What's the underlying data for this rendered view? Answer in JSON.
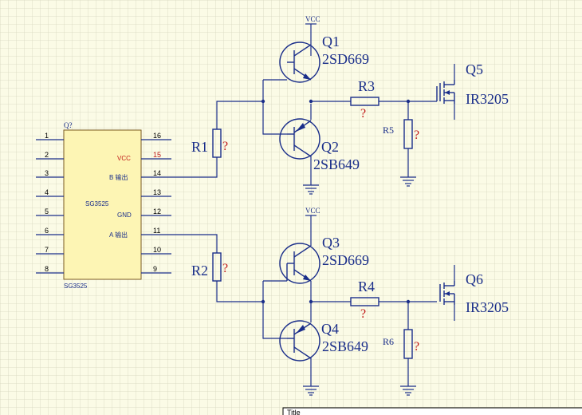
{
  "ic": {
    "designator": "Q?",
    "name": "SG3525",
    "name_below": "SG3525",
    "left_pins": [
      "1",
      "2",
      "3",
      "4",
      "5",
      "6",
      "7",
      "8"
    ],
    "right_pins": [
      "16",
      "15",
      "14",
      "13",
      "12",
      "11",
      "10",
      "9"
    ],
    "vcc_label": "VCC",
    "b_label": "B 输出",
    "gnd_label": "GND",
    "a_label": "A 输出"
  },
  "parts": {
    "r1": "R1",
    "r2": "R2",
    "r3": "R3",
    "r4": "R4",
    "r5": "R5",
    "r6": "R6",
    "q1": "Q1",
    "q1_type": "2SD669",
    "q2": "Q2",
    "q2_type": "2SB649",
    "q3": "Q3",
    "q3_type": "2SD669",
    "q4": "Q4",
    "q4_type": "2SB649",
    "q5": "Q5",
    "q5_type": "IR3205",
    "q6": "Q6",
    "q6_type": "IR3205",
    "unknown_value": "?",
    "vcc_top": "VCC",
    "vcc_bottom": "VCC"
  },
  "title_block": {
    "label": "Title"
  },
  "colors": {
    "grid": "#d6d6be",
    "wire": "#1a2e8a",
    "ic_fill": "#fdf5b4",
    "value": "#c01818",
    "highlight_pin": "#c01818"
  }
}
